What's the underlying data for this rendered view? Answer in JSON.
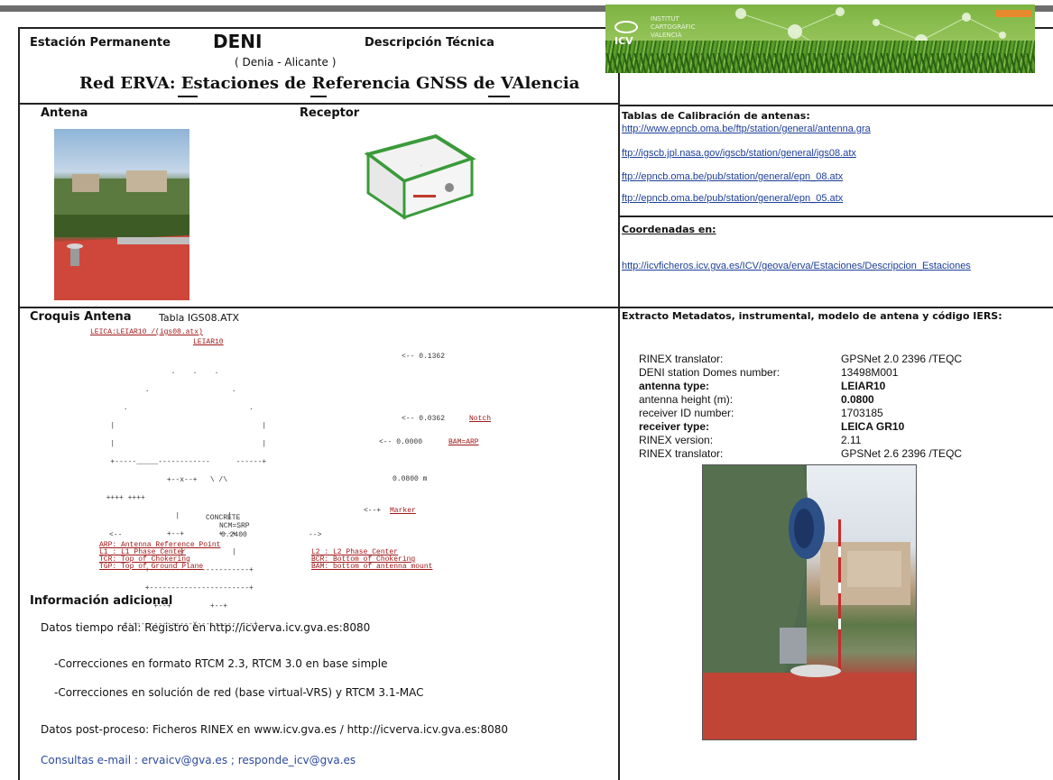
{
  "header": {
    "station_label": "Estación Permanente",
    "station_code": "DENI",
    "technical_label": "Descripción Técnica",
    "location": "( Denia - Alicante )",
    "network_title": "Red ERVA: Estaciones de Referencia GNSS de VAlencia"
  },
  "banner": {
    "logo_mark": "ICV",
    "logo_lines": [
      "INSTITUT",
      "CARTOGRÀFIC",
      "VALENCIÀ"
    ]
  },
  "equipment": {
    "antenna_label": "Antena",
    "receiver_label": "Receptor"
  },
  "calibration": {
    "title": "Tablas de Calibración de antenas:",
    "links": [
      "http://www.epncb.oma.be/ftp/station/general/antenna.gra",
      "ftp://igscb.jpl.nasa.gov/igscb/station/general/igs08.atx",
      "ftp://epncb.oma.be/pub/station/general/epn_08.atx",
      "ftp://epncb.oma.be/pub/station/general/epn_05.atx"
    ]
  },
  "coordinates": {
    "title": "Coordenadas en:",
    "link": "http://icvficheros.icv.gva.es/ICV/geova/erva/Estaciones/Descripcion_Estaciones"
  },
  "sketch": {
    "title": "Croquis Antena",
    "table": "Tabla IGS08.ATX",
    "header_line": "LEICA:LEIAR10 /(igs08.atx)",
    "model": "LEIAR10",
    "dist_top": "<-- 0.1362",
    "notch": "<-- 0.0362",
    "notch_label": "Notch",
    "bam_arp": "<-- 0.0000",
    "bam_arp_label": "BAM=ARP",
    "height": "0.0800 m",
    "marker_arrow": "<--+",
    "marker_label": "Marker",
    "concrete": "CONCRETE",
    "ncm": "NCM=SRP",
    "width_value": "0.2400",
    "width_left": "<--",
    "width_right": "-->",
    "legend_left": [
      "ARP: Antenna Reference Point",
      "L1 : L1 Phase Center",
      "TCR: Top of Chokering",
      "TGP: Top of Ground Plane"
    ],
    "legend_right": [
      "L2 : L2 Phase Center",
      "BCR: Bottom of Chokering",
      "BAM: bottom of antenna mount"
    ],
    "art": [
      "                 .    .    .",
      "           .                   .",
      "      .                            .",
      "   |                                  |",
      "   |                                  |",
      "   +-----_____------------      ------+",
      "                +--x--+   \\ /\\",
      "  ++++ ++++                                 ",
      "                  |           |",
      "                +--+        +--+",
      "                   |           |",
      "           +-----------------------+",
      "           +-----------------------+",
      "             +--+         +--+",
      "      +---------------x-------------+"
    ]
  },
  "metadata": {
    "title": "Extracto Metadatos, instrumental, modelo de antena y código IERS:",
    "rows": [
      {
        "label": "RINEX translator:",
        "value": "GPSNet 2.0 2396 /TEQC",
        "bold": false
      },
      {
        "label": "DENI station Domes number:",
        "value": "13498M001",
        "bold": false
      },
      {
        "label": "antenna type:",
        "value": "LEIAR10",
        "bold": true
      },
      {
        "label": "antenna height (m):",
        "value": "0.0800",
        "bold": "value"
      },
      {
        "label": "receiver ID number:",
        "value": "1703185",
        "bold": false
      },
      {
        "label": "receiver type:",
        "value": "LEICA GR10",
        "bold": true
      },
      {
        "label": "RINEX version:",
        "value": "2.11",
        "bold": false
      },
      {
        "label": "RINEX translator:",
        "value": "GPSNet 2.6 2396 /TEQC",
        "bold": false
      }
    ]
  },
  "additional": {
    "title": "Información adicional",
    "realtime": "Datos tiempo real: Registro en http://icverva.icv.gva.es:8080",
    "corrections1": "-Correcciones en formato RTCM 2.3, RTCM 3.0 en base simple",
    "corrections2": "-Correcciones en solución de red (base virtual-VRS) y RTCM 3.1-MAC",
    "postprocess": "Datos post-proceso:  Ficheros RINEX en www.icv.gva.es / http://icverva.icv.gva.es:8080",
    "contact": "Consultas e-mail : ervaicv@gva.es ; responde_icv@gva.es"
  },
  "colors": {
    "link": "#1d3f99",
    "contact": "#2b4a9a",
    "roof_red": "#c43f36",
    "banner_green": "#7db443",
    "receiver_green": "#3a9a3a"
  }
}
